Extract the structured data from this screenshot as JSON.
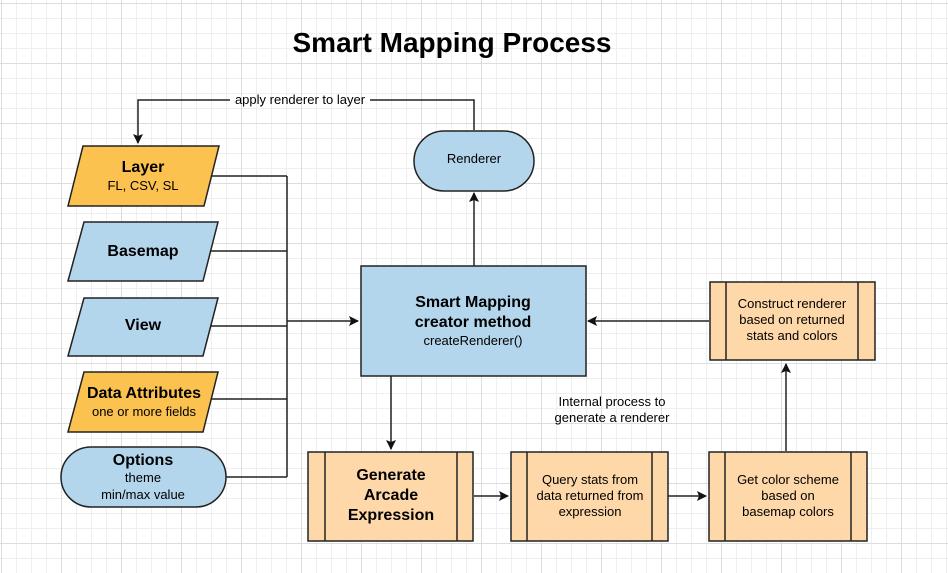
{
  "title": "Smart Mapping Process",
  "colors": {
    "input_orange": "#fbc24f",
    "input_blue": "#b3d6ec",
    "process_peach": "#fed8a9",
    "stroke": "#222222"
  },
  "edge_labels": {
    "apply": "apply renderer to layer"
  },
  "inputs": [
    {
      "id": "layer",
      "title": "Layer",
      "subtitle": [
        "FL, CSV, SL"
      ]
    },
    {
      "id": "basemap",
      "title": "Basemap",
      "subtitle": []
    },
    {
      "id": "view",
      "title": "View",
      "subtitle": []
    },
    {
      "id": "data-attributes",
      "title": "Data Attributes",
      "subtitle": [
        "one or more fields"
      ]
    },
    {
      "id": "options",
      "title": "Options",
      "subtitle": [
        "theme",
        "min/max value"
      ]
    }
  ],
  "renderer": {
    "label": "Renderer"
  },
  "creator": {
    "lines": [
      "Smart Mapping",
      "creator method"
    ],
    "method": "createRenderer()"
  },
  "annotation": [
    "Internal process to",
    "generate a  renderer"
  ],
  "processes": {
    "generate": [
      "Generate",
      "Arcade",
      "Expression"
    ],
    "query": [
      "Query stats from",
      "data returned from",
      "expression"
    ],
    "color": [
      "Get color scheme",
      "based on",
      "basemap colors"
    ],
    "construct": [
      "Construct renderer",
      "based on returned",
      "stats and colors"
    ]
  }
}
